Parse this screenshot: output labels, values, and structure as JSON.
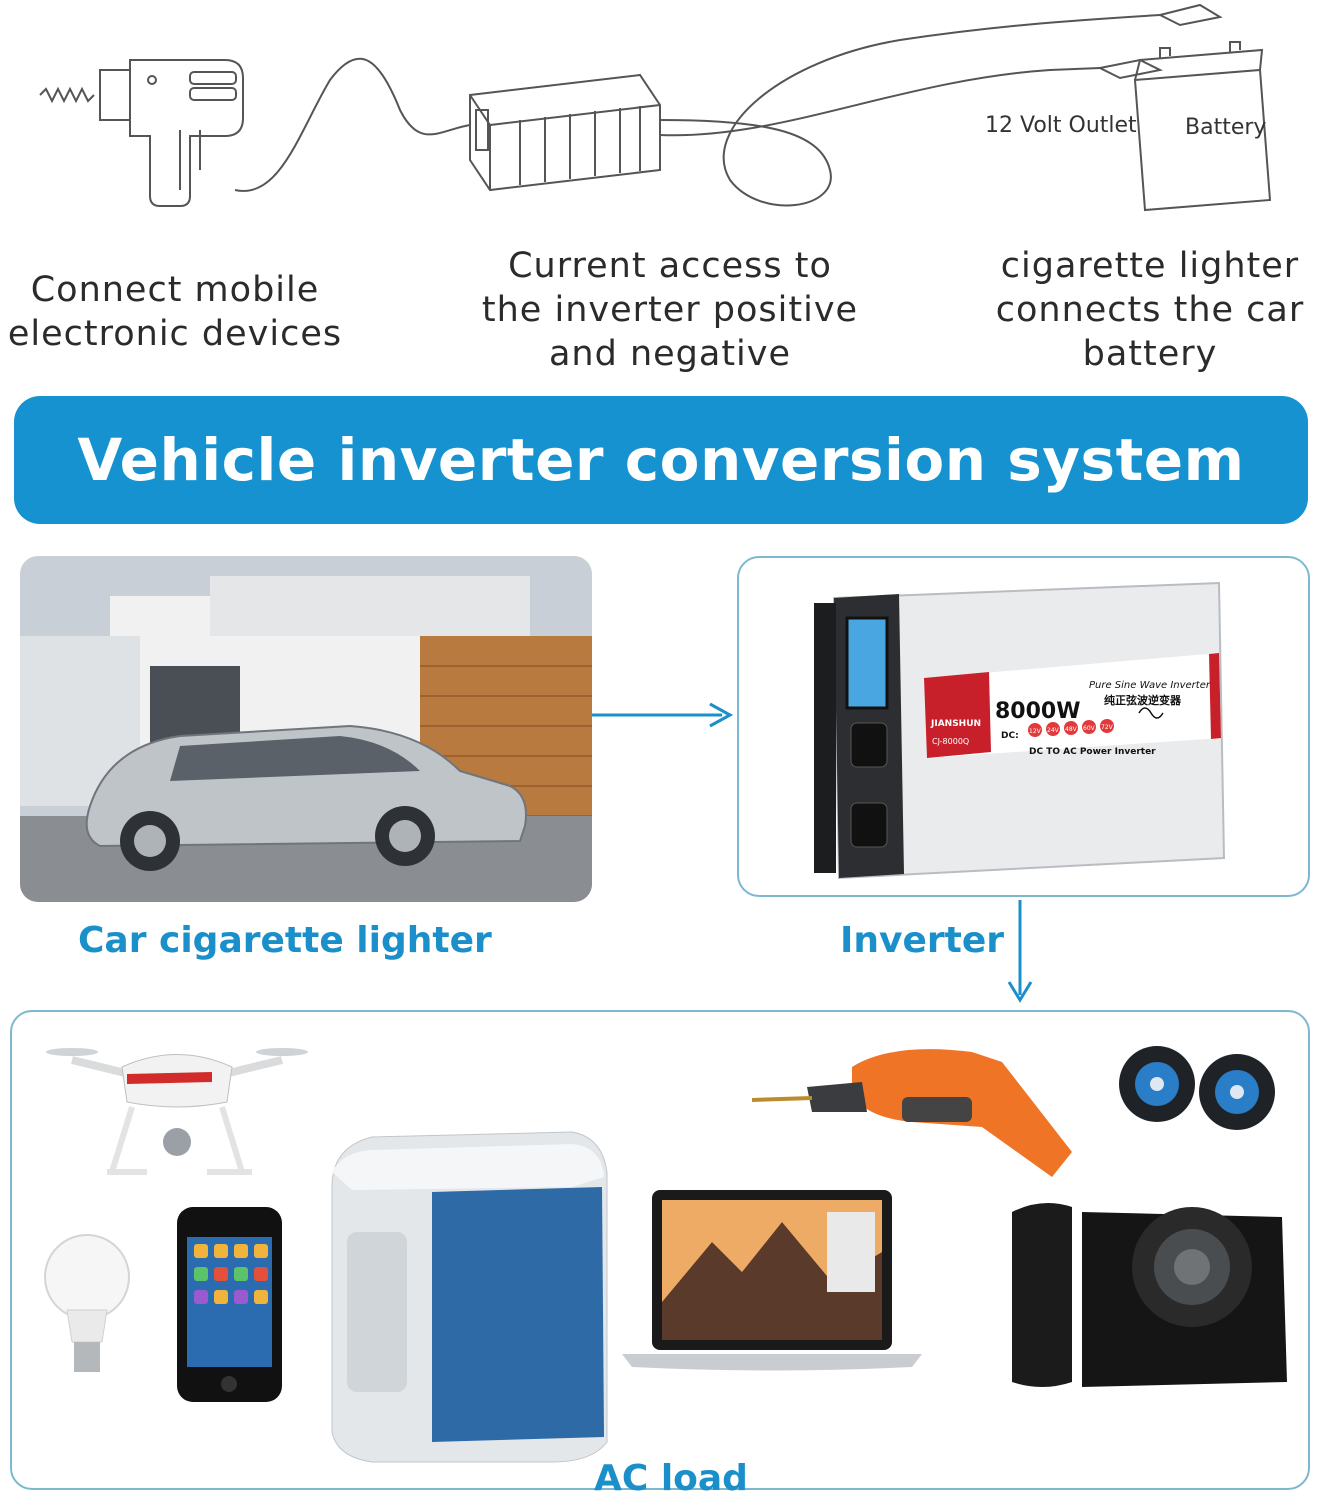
{
  "top": {
    "outlet_label": "12 Volt Outlet",
    "battery_label": "Battery",
    "captions": [
      {
        "line1": "Connect mobile",
        "line2": "electronic devices",
        "line3": ""
      },
      {
        "line1": "Current access to",
        "line2": "the inverter positive",
        "line3": "and negative"
      },
      {
        "line1": "cigarette lighter",
        "line2": "connects the car",
        "line3": "battery"
      }
    ]
  },
  "banner": {
    "title": "Vehicle inverter conversion system"
  },
  "middle": {
    "car_label": "Car cigarette lighter",
    "inverter_label": "Inverter",
    "inverter_product": {
      "power": "8000W",
      "line_en": "Pure Sine Wave Inverter",
      "line_cn": "纯正弦波逆变器",
      "brand": "JIANSHUN",
      "model": "CJ-8000Q",
      "dc_label": "DC:",
      "voltages": [
        "12V",
        "24V",
        "48V",
        "60V",
        "72V"
      ],
      "tagline": "DC TO AC Power Inverter"
    }
  },
  "bottom": {
    "label": "AC load"
  },
  "colors": {
    "accent": "#1592cf",
    "label_blue": "#1b8fc9",
    "panel_border": "#7db8cf",
    "brand_red": "#c8202b"
  }
}
